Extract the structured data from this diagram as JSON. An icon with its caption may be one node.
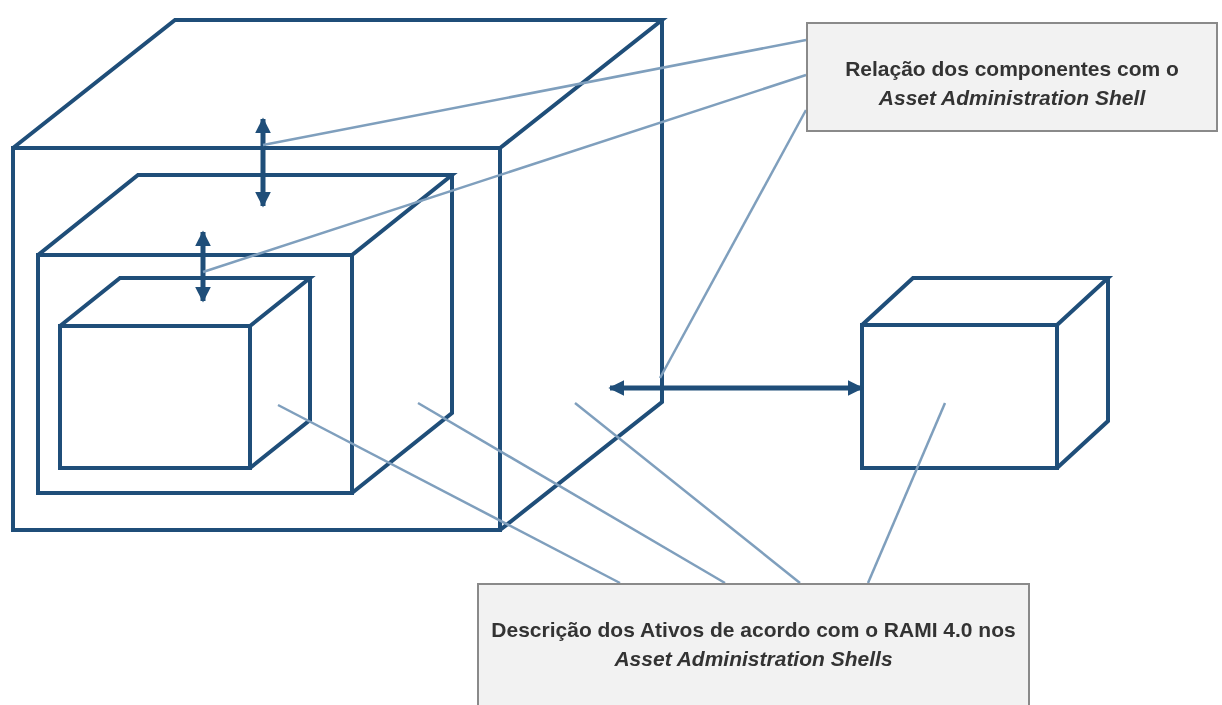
{
  "diagram": {
    "nodes": [
      {
        "text": [
          "Relação dos componentes com o *Asset Administration Shell*"
        ]
      },
      {
        "text": [],
        "shape": "cube"
      },
      {
        "text": [],
        "shape": "cube",
        "in": 1
      },
      {
        "text": [],
        "shape": "cube",
        "in": 2
      },
      {
        "text": [],
        "shape": "cube"
      },
      {
        "text": [
          "Descrição dos Ativos de acordo com o RAMI 4.0 nos *Asset Administration Shells*"
        ]
      },
      {
        "text": [],
        "shape": "arrow",
        "in": 1
      },
      {
        "text": [],
        "shape": "arrow",
        "in": 2
      }
    ],
    "edges": [
      {
        "from": 1,
        "to": 4,
        "arrow": "both",
        "style": "thick",
        "color": "#1f4e79"
      },
      {
        "from": 0,
        "to": 6,
        "arrow": "none"
      },
      {
        "from": 0,
        "to": 7,
        "arrow": "none"
      },
      {
        "from": 0,
        "to": 1,
        "arrow": "none"
      },
      {
        "from": 5,
        "to": 3,
        "arrow": "none"
      },
      {
        "from": 5,
        "to": 2,
        "arrow": "none"
      },
      {
        "from": 5,
        "to": 1,
        "arrow": "none"
      },
      {
        "from": 5,
        "to": 4,
        "arrow": "none"
      }
    ]
  }
}
